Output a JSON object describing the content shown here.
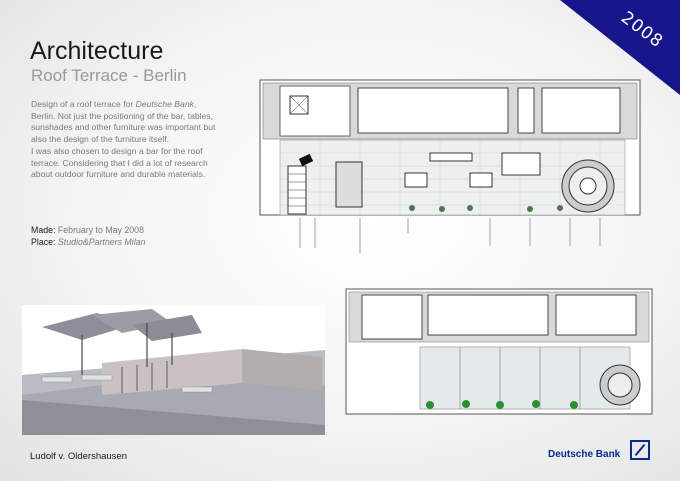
{
  "badge": {
    "year": "2008",
    "color": "#16168a"
  },
  "header": {
    "title": "Architecture",
    "subtitle": "Roof Terrace - Berlin"
  },
  "description": [
    "Design of a roof terrace for ",
    "Deutsche Bank",
    ", Berlin. Not just the positioning of the bar, tables, sunshades and other furniture was important but also the design of the furniture itself.",
    "I was also chosen to design a bar for the roof terrace. Considering that I did a lot of research about outdoor furniture and durable materials."
  ],
  "meta": {
    "made_label": "Made:",
    "made_value": "February to May 2008",
    "place_label": "Place:",
    "place_value": "Studio&Partners Milan"
  },
  "footer": {
    "author": "Ludolf v. Oldershausen",
    "brand": "Deutsche Bank",
    "brand_color": "#0a2a8c"
  },
  "images": {
    "plan_top": "roof-terrace-floor-plan",
    "plan_bottom": "roof-terrace-floor-plan-alt",
    "render": "terrace-3d-render"
  }
}
